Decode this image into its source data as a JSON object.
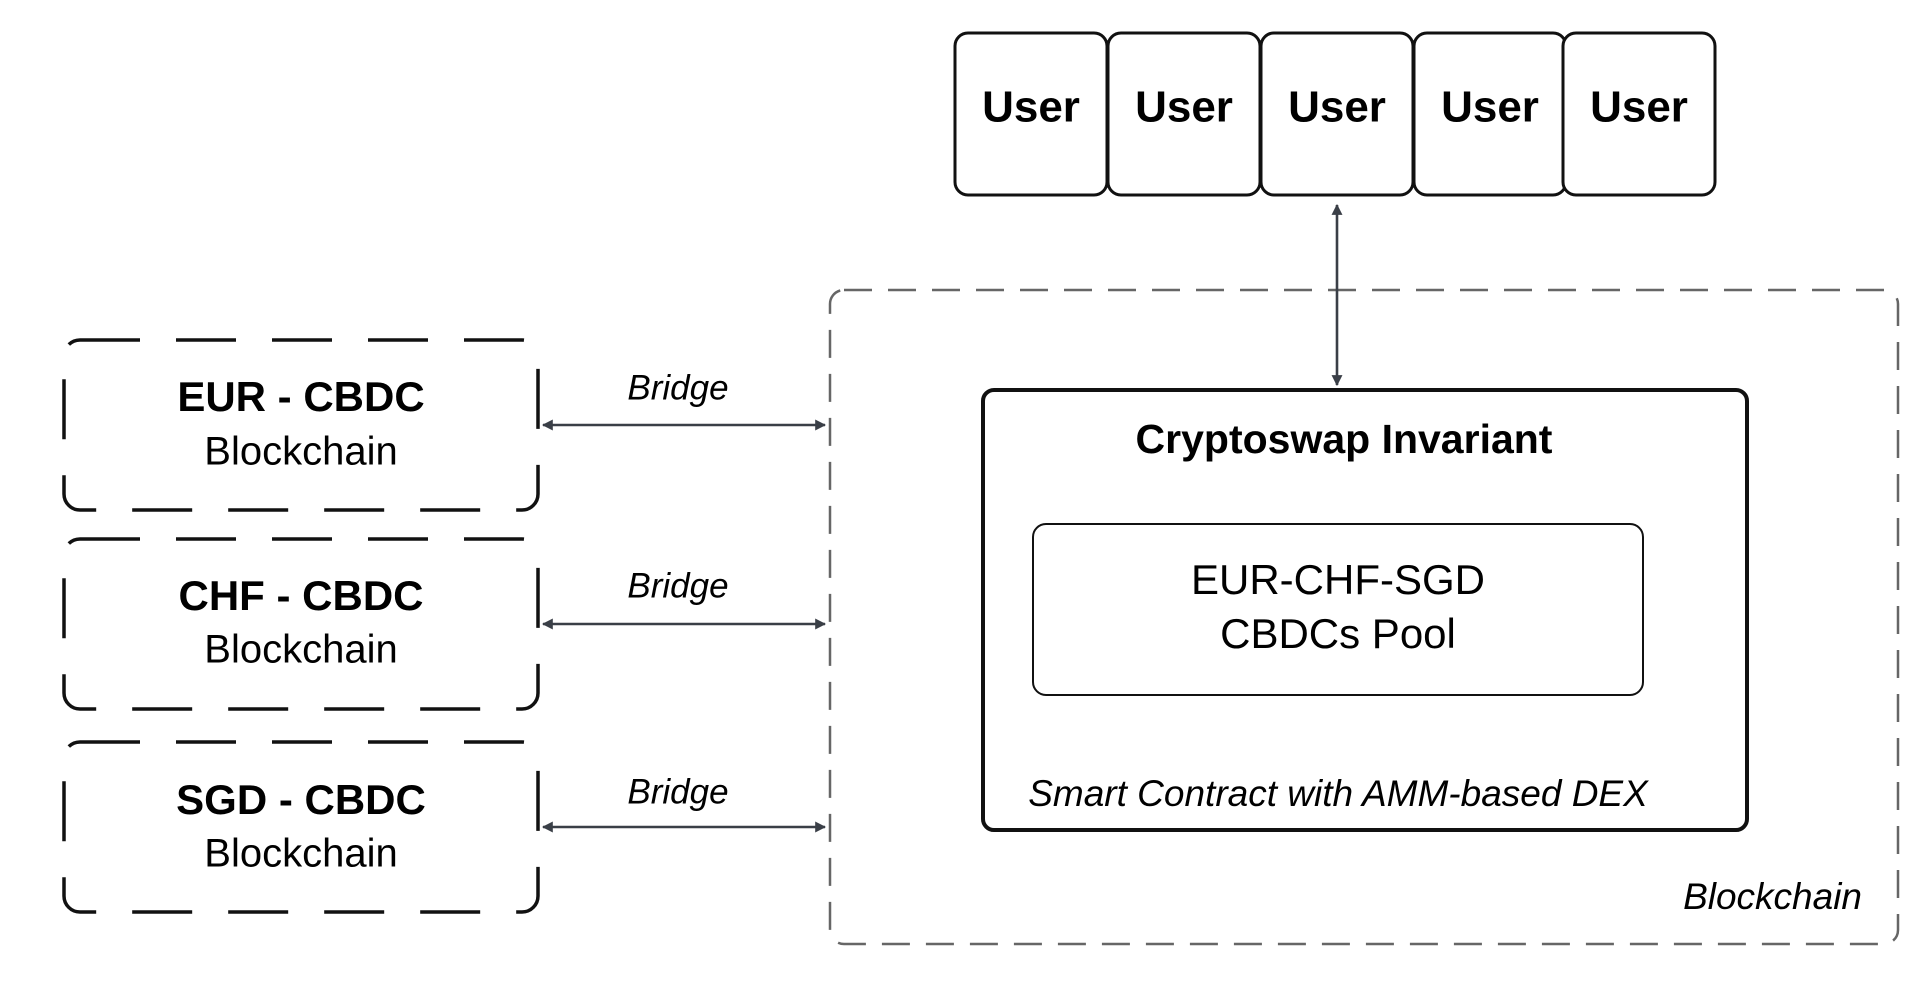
{
  "users": [
    {
      "label": "User"
    },
    {
      "label": "User"
    },
    {
      "label": "User"
    },
    {
      "label": "User"
    },
    {
      "label": "User"
    }
  ],
  "chains": [
    {
      "title": "EUR - CBDC",
      "subtitle": "Blockchain",
      "bridge_label": "Bridge"
    },
    {
      "title": "CHF - CBDC",
      "subtitle": "Blockchain",
      "bridge_label": "Bridge"
    },
    {
      "title": "SGD - CBDC",
      "subtitle": "Blockchain",
      "bridge_label": "Bridge"
    }
  ],
  "main_blockchain": {
    "caption": "Blockchain"
  },
  "smart_contract": {
    "title": "Cryptoswap Invariant",
    "caption": "Smart Contract with AMM-based DEX",
    "pool": {
      "line1": "EUR-CHF-SGD",
      "line2": "CBDCs Pool"
    }
  },
  "colors": {
    "stroke": "#111111",
    "dashed_border": "#666666",
    "arrow": "#3a3f47"
  }
}
